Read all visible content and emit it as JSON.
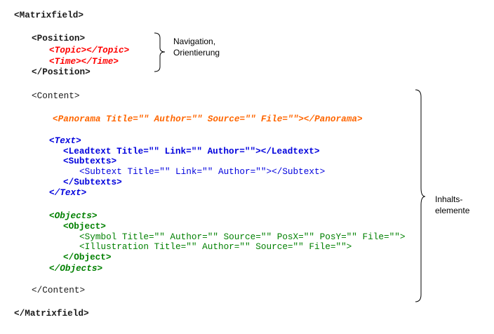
{
  "lines": [
    {
      "text": "<Matrixfield>"
    },
    {
      "text": "<Position>"
    },
    {
      "text": "<Topic></Topic>"
    },
    {
      "text": "<Time></Time>"
    },
    {
      "text": "</Position>"
    },
    {
      "text": "<Content>"
    },
    {
      "text": "<Panorama Title=\"\" Author=\"\" Source=\"\" File=\"\"></Panorama>"
    },
    {
      "text": "<Text>"
    },
    {
      "text": "<Leadtext Title=\"\" Link=\"\" Author=\"\"></Leadtext>"
    },
    {
      "text": "<Subtexts>"
    },
    {
      "text": "<Subtext Title=\"\" Link=\"\" Author=\"\"></Subtext>"
    },
    {
      "text": "</Subtexts>"
    },
    {
      "text": "</Text>"
    },
    {
      "text": "<Objects>"
    },
    {
      "text": "<Object>"
    },
    {
      "text": "<Symbol Title=\"\" Author=\"\" Source=\"\" PosX=\"\" PosY=\"\" File=\"\">"
    },
    {
      "text": "<Illustration Title=\"\" Author=\"\" Source=\"\" File=\"\">"
    },
    {
      "text": "</Object>"
    },
    {
      "text": "</Objects>"
    },
    {
      "text": "</Content>"
    },
    {
      "text": "</Matrixfield>"
    }
  ],
  "annotations": {
    "position_label_1": "Navigation,",
    "position_label_2": "Orientierung",
    "content_label_1": "Inhalts-",
    "content_label_2": "elemente"
  },
  "colors": {
    "root": "#1a1a1a",
    "position": "#ff0000",
    "panorama": "#ff6600",
    "text": "#0000dd",
    "objects": "#008000"
  }
}
